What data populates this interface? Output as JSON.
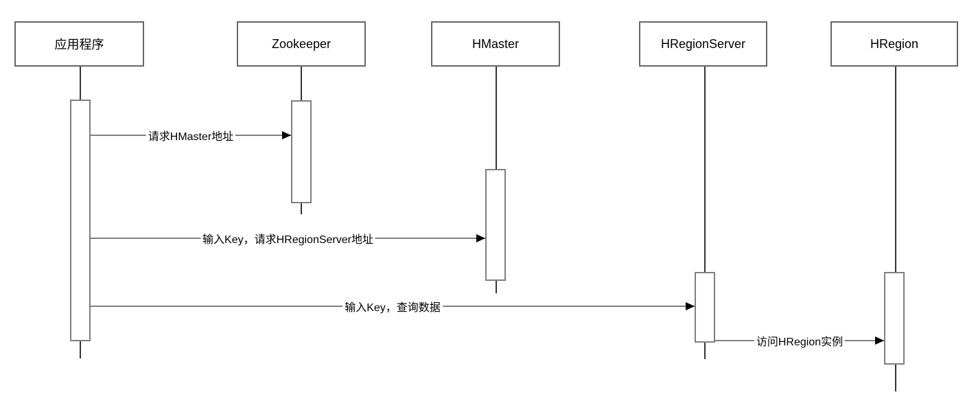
{
  "diagram": {
    "kind": "uml-sequence-diagram",
    "actors": [
      {
        "id": "application",
        "name": "应用程序"
      },
      {
        "id": "zookeeper",
        "name": "Zookeeper"
      },
      {
        "id": "hmaster",
        "name": "HMaster"
      },
      {
        "id": "hregionserver",
        "name": "HRegionServer"
      },
      {
        "id": "hregion",
        "name": "HRegion"
      }
    ],
    "messages": [
      {
        "from": "应用程序",
        "to": "Zookeeper",
        "label": "请求HMaster地址"
      },
      {
        "from": "应用程序",
        "to": "HMaster",
        "label": "输入Key，请求HRegionServer地址"
      },
      {
        "from": "应用程序",
        "to": "HRegionServer",
        "label": "输入Key，查询数据"
      },
      {
        "from": "HRegionServer",
        "to": "HRegion",
        "label": "访问HRegion实例"
      }
    ],
    "colors": {
      "background": "#ffffff",
      "box_border": "#666666",
      "lifeline": "#333333",
      "message_line": "#7f7f7f",
      "arrowhead": "#000000",
      "text": "#000000"
    }
  }
}
